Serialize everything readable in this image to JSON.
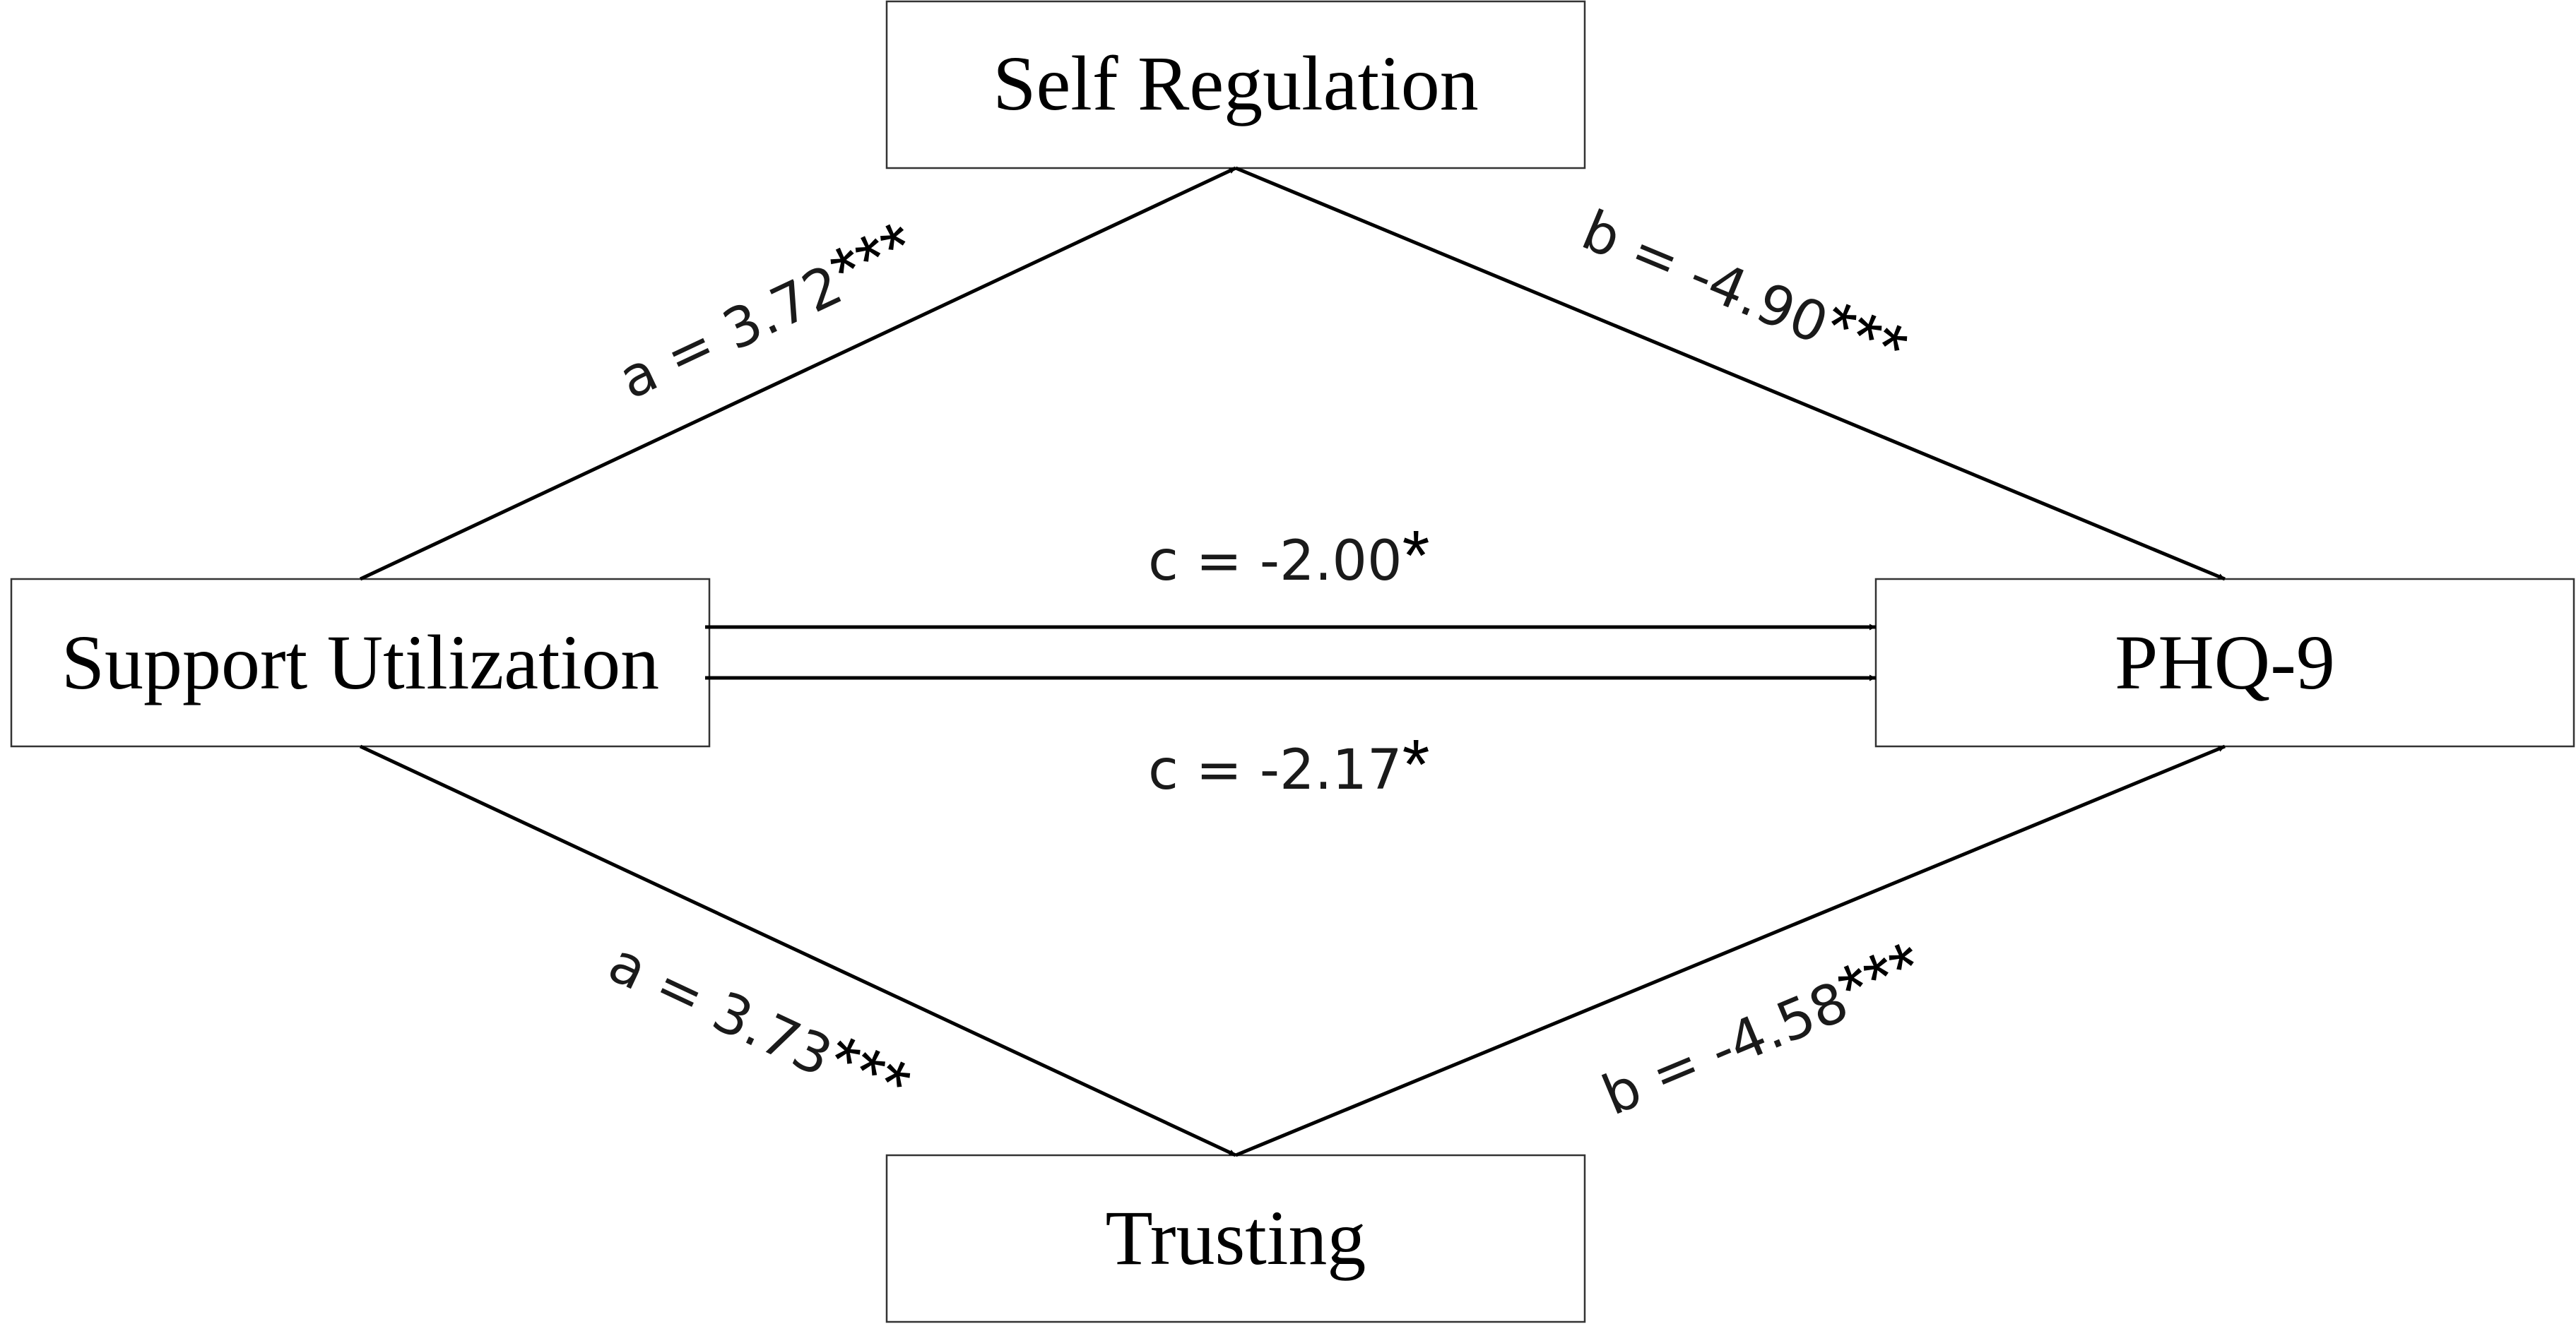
{
  "nodes": {
    "self_regulation": "Self Regulation",
    "support_utilization": "Support Utilization",
    "phq9": "PHQ-9",
    "trusting": "Trusting"
  },
  "paths": {
    "a_top": {
      "coef": "a = 3.72",
      "sig": "***"
    },
    "b_top": {
      "coef": "b = -4.90",
      "sig": "***"
    },
    "c_top": {
      "coef": "c = -2.00",
      "sig": "*"
    },
    "c_bottom": {
      "coef": "c = -2.17",
      "sig": "*"
    },
    "a_bottom": {
      "coef": "a = 3.73",
      "sig": "***"
    },
    "b_bottom": {
      "coef": "b = -4.58",
      "sig": "***"
    }
  }
}
